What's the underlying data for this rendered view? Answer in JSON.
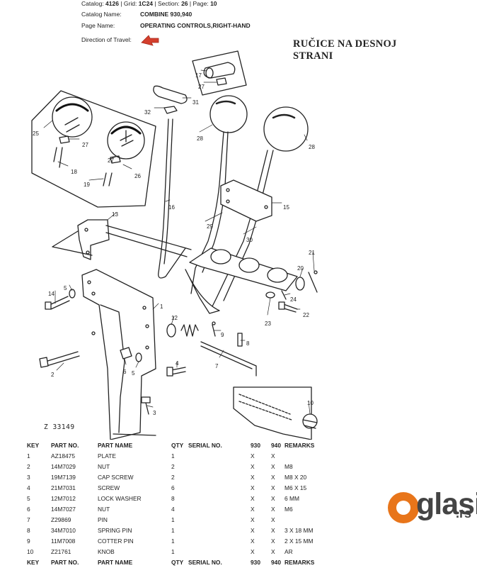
{
  "header": {
    "catalog_line": {
      "catalog_label": "Catalog:",
      "catalog": "4126",
      "grid_label": "Grid:",
      "grid": "1C24",
      "section_label": "Section:",
      "section": "26",
      "page_label": "Page:",
      "page": "10"
    },
    "catalog_name_label": "Catalog Name:",
    "catalog_name": "COMBINE 930,940",
    "page_name_label": "Page Name:",
    "page_name": "OPERATING CONTROLS,RIGHT-HAND",
    "direction_label": "Direction of Travel:",
    "direction_icon": "arrow-icon",
    "accent_color": "#d43f2d"
  },
  "title_line1": "RUČICE NA DESNOJ",
  "title_line2": "STRANI",
  "figure_id": "Z 33149",
  "callouts": [
    "1",
    "2",
    "3",
    "4",
    "5",
    "5",
    "6",
    "7",
    "8",
    "9",
    "10",
    "12",
    "13",
    "14",
    "15",
    "16",
    "17",
    "18",
    "19",
    "20",
    "21",
    "22",
    "23",
    "24",
    "25",
    "26",
    "27",
    "27",
    "27",
    "28",
    "28",
    "29",
    "30",
    "31",
    "32"
  ],
  "table": {
    "headers": [
      "KEY",
      "PART NO.",
      "PART NAME",
      "QTY",
      "SERIAL NO.",
      "930",
      "940",
      "REMARKS"
    ],
    "rows": [
      [
        "1",
        "AZ18475",
        "PLATE",
        "1",
        "",
        "X",
        "X",
        ""
      ],
      [
        "2",
        "14M7029",
        "NUT",
        "2",
        "",
        "X",
        "X",
        "M8"
      ],
      [
        "3",
        "19M7139",
        "CAP SCREW",
        "2",
        "",
        "X",
        "X",
        "M8 X 20"
      ],
      [
        "4",
        "21M7031",
        "SCREW",
        "6",
        "",
        "X",
        "X",
        "M6 X 15"
      ],
      [
        "5",
        "12M7012",
        "LOCK WASHER",
        "8",
        "",
        "X",
        "X",
        "6 MM"
      ],
      [
        "6",
        "14M7027",
        "NUT",
        "4",
        "",
        "X",
        "X",
        "M6"
      ],
      [
        "7",
        "Z29869",
        "PIN",
        "1",
        "",
        "X",
        "X",
        ""
      ],
      [
        "8",
        "34M7010",
        "SPRING PIN",
        "1",
        "",
        "X",
        "X",
        "3 X 18 MM"
      ],
      [
        "9",
        "11M7008",
        "COTTER PIN",
        "1",
        "",
        "X",
        "X",
        "2 X 15 MM"
      ],
      [
        "10",
        "Z21761",
        "KNOB",
        "1",
        "",
        "X",
        "X",
        "AR"
      ]
    ],
    "footer_headers": [
      "KEY",
      "PART NO.",
      "PART NAME",
      "QTY",
      "SERIAL NO.",
      "930",
      "940",
      "REMARKS"
    ]
  },
  "watermark": {
    "text": "glasi",
    "suffix": ".rs",
    "brand_color": "#e8751a"
  }
}
